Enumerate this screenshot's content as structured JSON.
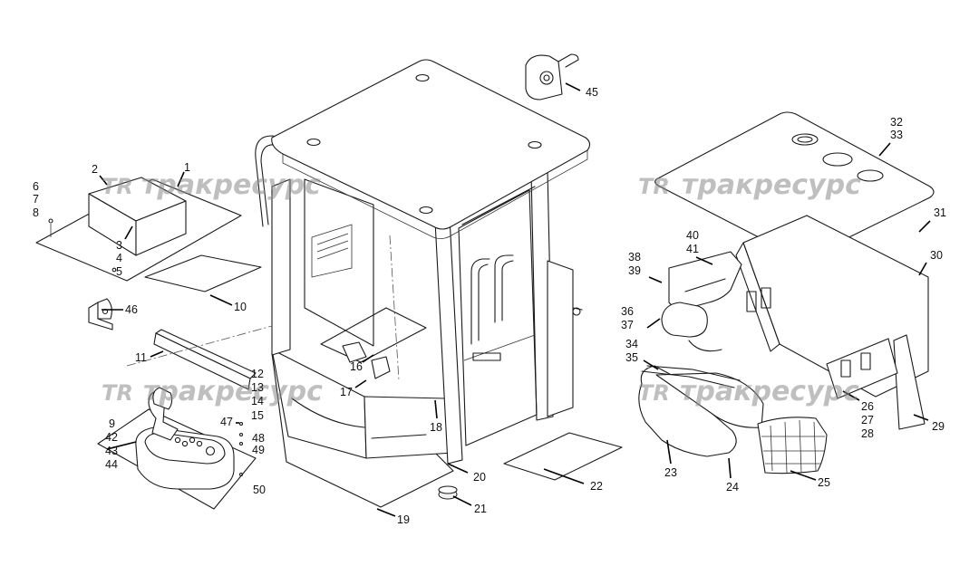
{
  "watermark": {
    "logo_mark": "TR",
    "text": "тракресурс"
  },
  "callouts": {
    "c1": "1",
    "c2": "2",
    "c3": "3",
    "c4": "4",
    "c5": "5",
    "c6": "6",
    "c7": "7",
    "c8": "8",
    "c9": "9",
    "c10": "10",
    "c11": "11",
    "c12": "12",
    "c13": "13",
    "c14": "14",
    "c15": "15",
    "c16": "16",
    "c17": "17",
    "c18": "18",
    "c19": "19",
    "c20": "20",
    "c21": "21",
    "c22": "22",
    "c23": "23",
    "c24": "24",
    "c25": "25",
    "c26": "26",
    "c27": "27",
    "c28": "28",
    "c29": "29",
    "c30": "30",
    "c31": "31",
    "c32": "32",
    "c33": "33",
    "c34": "34",
    "c35": "35",
    "c36": "36",
    "c37": "37",
    "c38": "38",
    "c39": "39",
    "c40": "40",
    "c41": "41",
    "c42": "42",
    "c43": "43",
    "c44": "44",
    "c45": "45",
    "c46": "46",
    "c47": "47",
    "c48": "48",
    "c49": "49",
    "c50": "50"
  }
}
